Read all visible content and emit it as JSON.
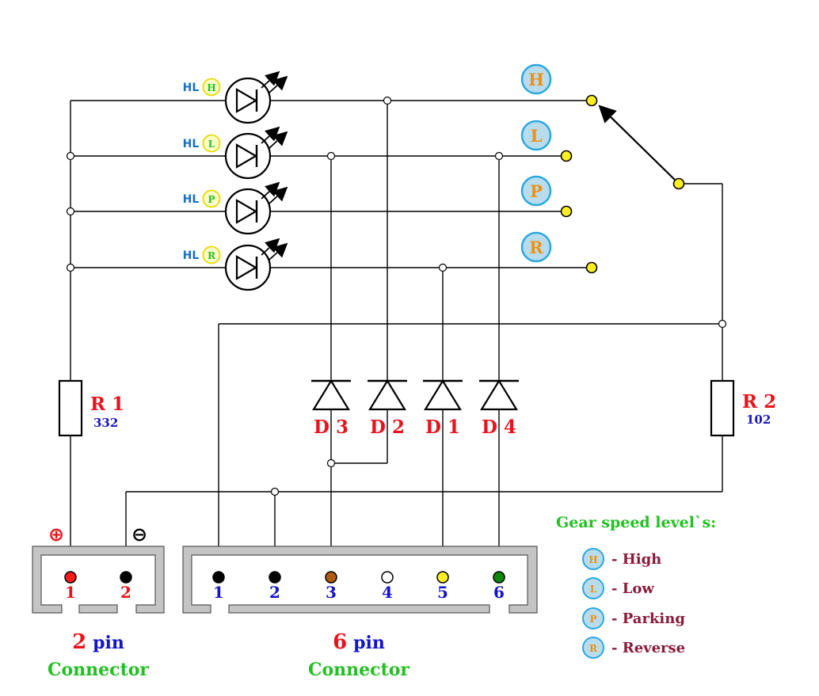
{
  "leds": [
    {
      "prefix": "HL",
      "badge": "H"
    },
    {
      "prefix": "HL",
      "badge": "L"
    },
    {
      "prefix": "HL",
      "badge": "P"
    },
    {
      "prefix": "HL",
      "badge": "R"
    }
  ],
  "switch_positions": [
    "H",
    "L",
    "P",
    "R"
  ],
  "resistors": [
    {
      "name": "R 1",
      "code": "332"
    },
    {
      "name": "R 2",
      "code": "102"
    }
  ],
  "diodes": [
    "D 3",
    "D 2",
    "D 1",
    "D 4"
  ],
  "connector2": {
    "plus": "⊕",
    "minus": "⊖",
    "pins": [
      "1",
      "2"
    ],
    "pin_colors": [
      "#ff1a1a",
      "#000000"
    ],
    "caption_num": "2",
    "caption_unit": "pin",
    "caption_word": "Connector"
  },
  "connector6": {
    "pins": [
      "1",
      "2",
      "3",
      "4",
      "5",
      "6"
    ],
    "pin_colors": [
      "#000000",
      "#000000",
      "#b35a10",
      "#ffffff",
      "#ffee22",
      "#0a8a0a"
    ],
    "caption_num": "6",
    "caption_unit": "pin",
    "caption_word": "Connector"
  },
  "legend": {
    "title": "Gear speed level`s:",
    "items": [
      {
        "badge": "H",
        "text": "- High"
      },
      {
        "badge": "L",
        "text": "- Low"
      },
      {
        "badge": "P",
        "text": "- Parking"
      },
      {
        "badge": "R",
        "text": "- Reverse"
      }
    ]
  },
  "colors": {
    "red": "#e8141c",
    "blue": "#1414c8",
    "hl_blue": "#1a6fbf",
    "orange": "#f09010",
    "green": "#22c022",
    "maroon": "#8b1a3a",
    "badge_fill": "#b8dcec",
    "badge_stroke": "#2aa8e0",
    "terminal": "#ffee22"
  }
}
